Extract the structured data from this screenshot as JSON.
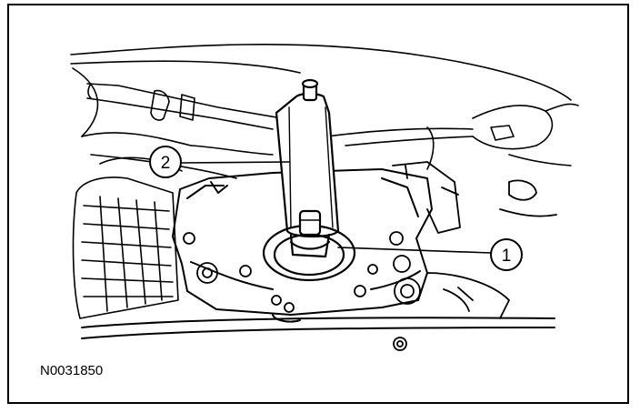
{
  "figure": {
    "id": "N0031850",
    "callouts": [
      {
        "label": "1"
      },
      {
        "label": "2"
      }
    ]
  },
  "colors": {
    "ink": "#000000",
    "paper": "#ffffff"
  }
}
